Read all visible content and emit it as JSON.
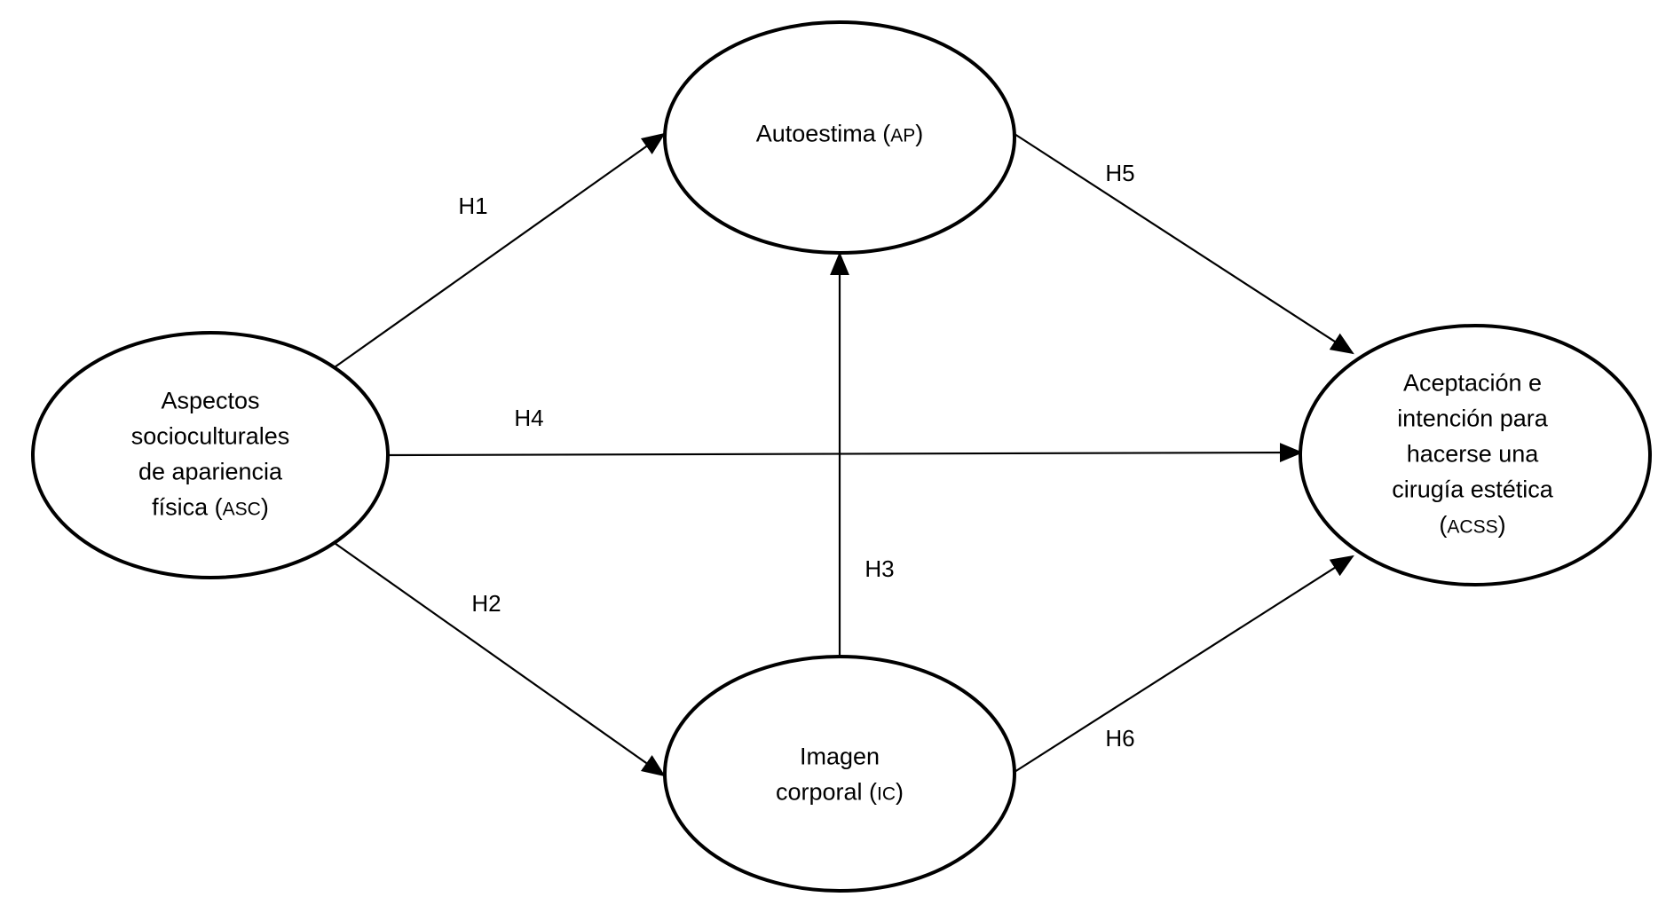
{
  "nodes": {
    "asc": {
      "text": "Aspectos\nsocioculturales\nde apariencia\nfísica",
      "abbr": "ASC"
    },
    "ap": {
      "text": "Autoestima",
      "abbr": "AP"
    },
    "ic": {
      "text": "Imagen\ncorporal",
      "abbr": "IC"
    },
    "acss": {
      "text": "Aceptación e\nintención para\nhacerse una\ncirugía estética\n",
      "abbr": "ACSS"
    }
  },
  "edges": {
    "h1": "H1",
    "h2": "H2",
    "h3": "H3",
    "h4": "H4",
    "h5": "H5",
    "h6": "H6"
  },
  "colors": {
    "stroke": "#000000",
    "fill": "#ffffff"
  }
}
